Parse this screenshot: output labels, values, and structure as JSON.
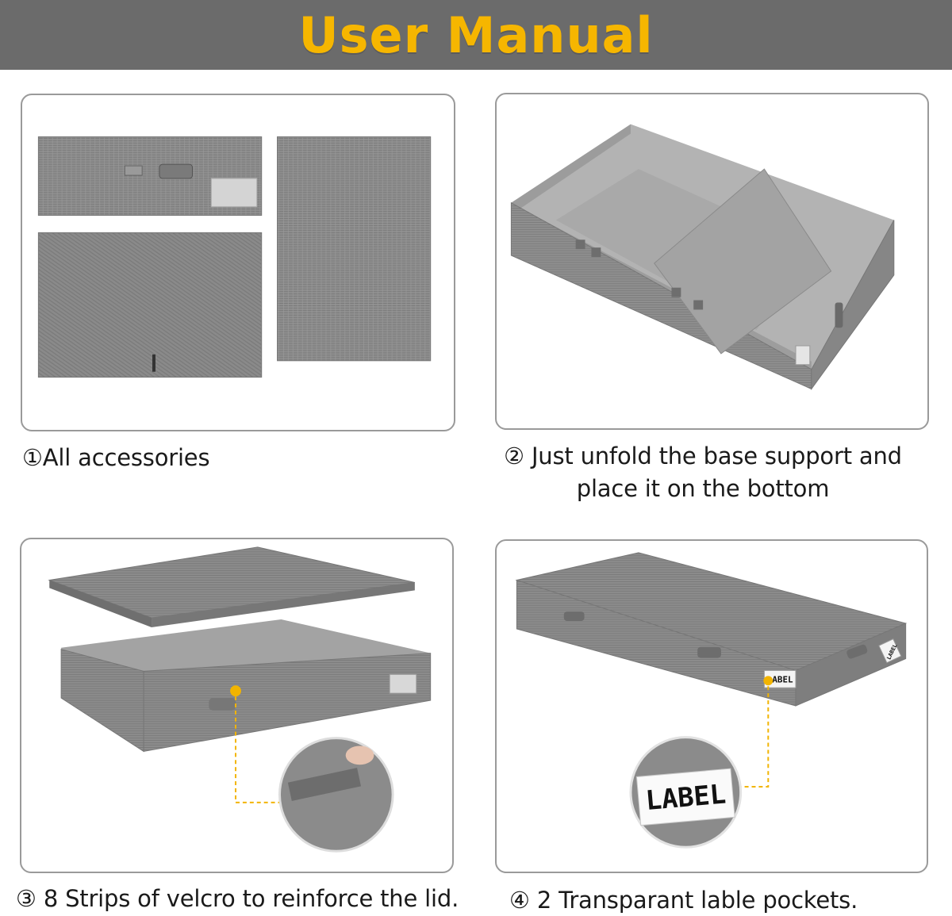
{
  "header": {
    "title": "User Manual",
    "title_color": "#f6b600",
    "bar_color": "#6b6b6b"
  },
  "steps": [
    {
      "caption": "①All accessories"
    },
    {
      "caption_line1": "② Just unfold the base support and",
      "caption_line2": "place it on the bottom"
    },
    {
      "caption": "③ 8 Strips of velcro to reinforce the lid."
    },
    {
      "caption": "④ 2 Transparant lable pockets.",
      "label_small": "LABEL",
      "label_side": "LABEL",
      "label_zoom": "LABEL"
    }
  ],
  "colors": {
    "fabric": "#8c8c8c",
    "fabric_dark": "#6f6f6f",
    "fabric_light": "#a8a8a8",
    "guide": "#f2b400"
  },
  "icons": [
    "rectangle-panel-icon",
    "handle-icon",
    "velcro-strip-icon",
    "label-pocket-icon"
  ]
}
